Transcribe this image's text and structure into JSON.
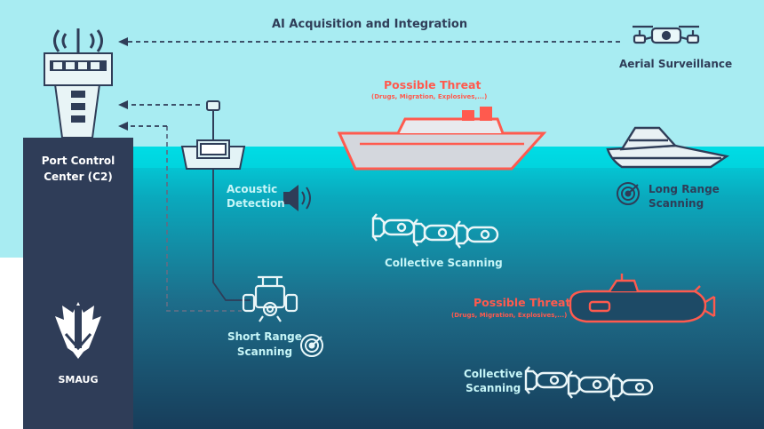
{
  "labels": {
    "ai_acquisition": "AI Acquisition and Integration",
    "aerial_surveillance": "Aerial Surveillance",
    "threat_ship_title": "Possible Threat",
    "threat_ship_sub": "(Drugs, Migration, Explosives,...)",
    "port_control_line1": "Port Control",
    "port_control_line2": "Center (C2)",
    "acoustic_line1": "Acoustic",
    "acoustic_line2": "Detection",
    "long_range_line1": "Long Range",
    "long_range_line2": "Scanning",
    "collective_scanning_1": "Collective Scanning",
    "threat_sub_title": "Possible Threat",
    "threat_sub_sub": "(Drugs, Migration, Explosives,...)",
    "short_range_line1": "Short Range",
    "short_range_line2": "Scanning",
    "collective_line1": "Collective",
    "collective_line2": "Scanning",
    "brand": "SMAUG"
  },
  "icons": [
    "radio-tower-icon",
    "drone-icon",
    "buoy-icon",
    "ship-icon",
    "speedboat-icon",
    "speaker-icon",
    "radar-icon",
    "auv-icon",
    "submarine-icon",
    "rov-icon",
    "smaug-logo-icon"
  ],
  "colors": {
    "sky": "#a8ecf2",
    "surface_water": "#00d6e0",
    "deep_water": "#183f5c",
    "tower": "#2f3d58",
    "threat": "#ff5a4e",
    "line": "#2f3d58"
  }
}
